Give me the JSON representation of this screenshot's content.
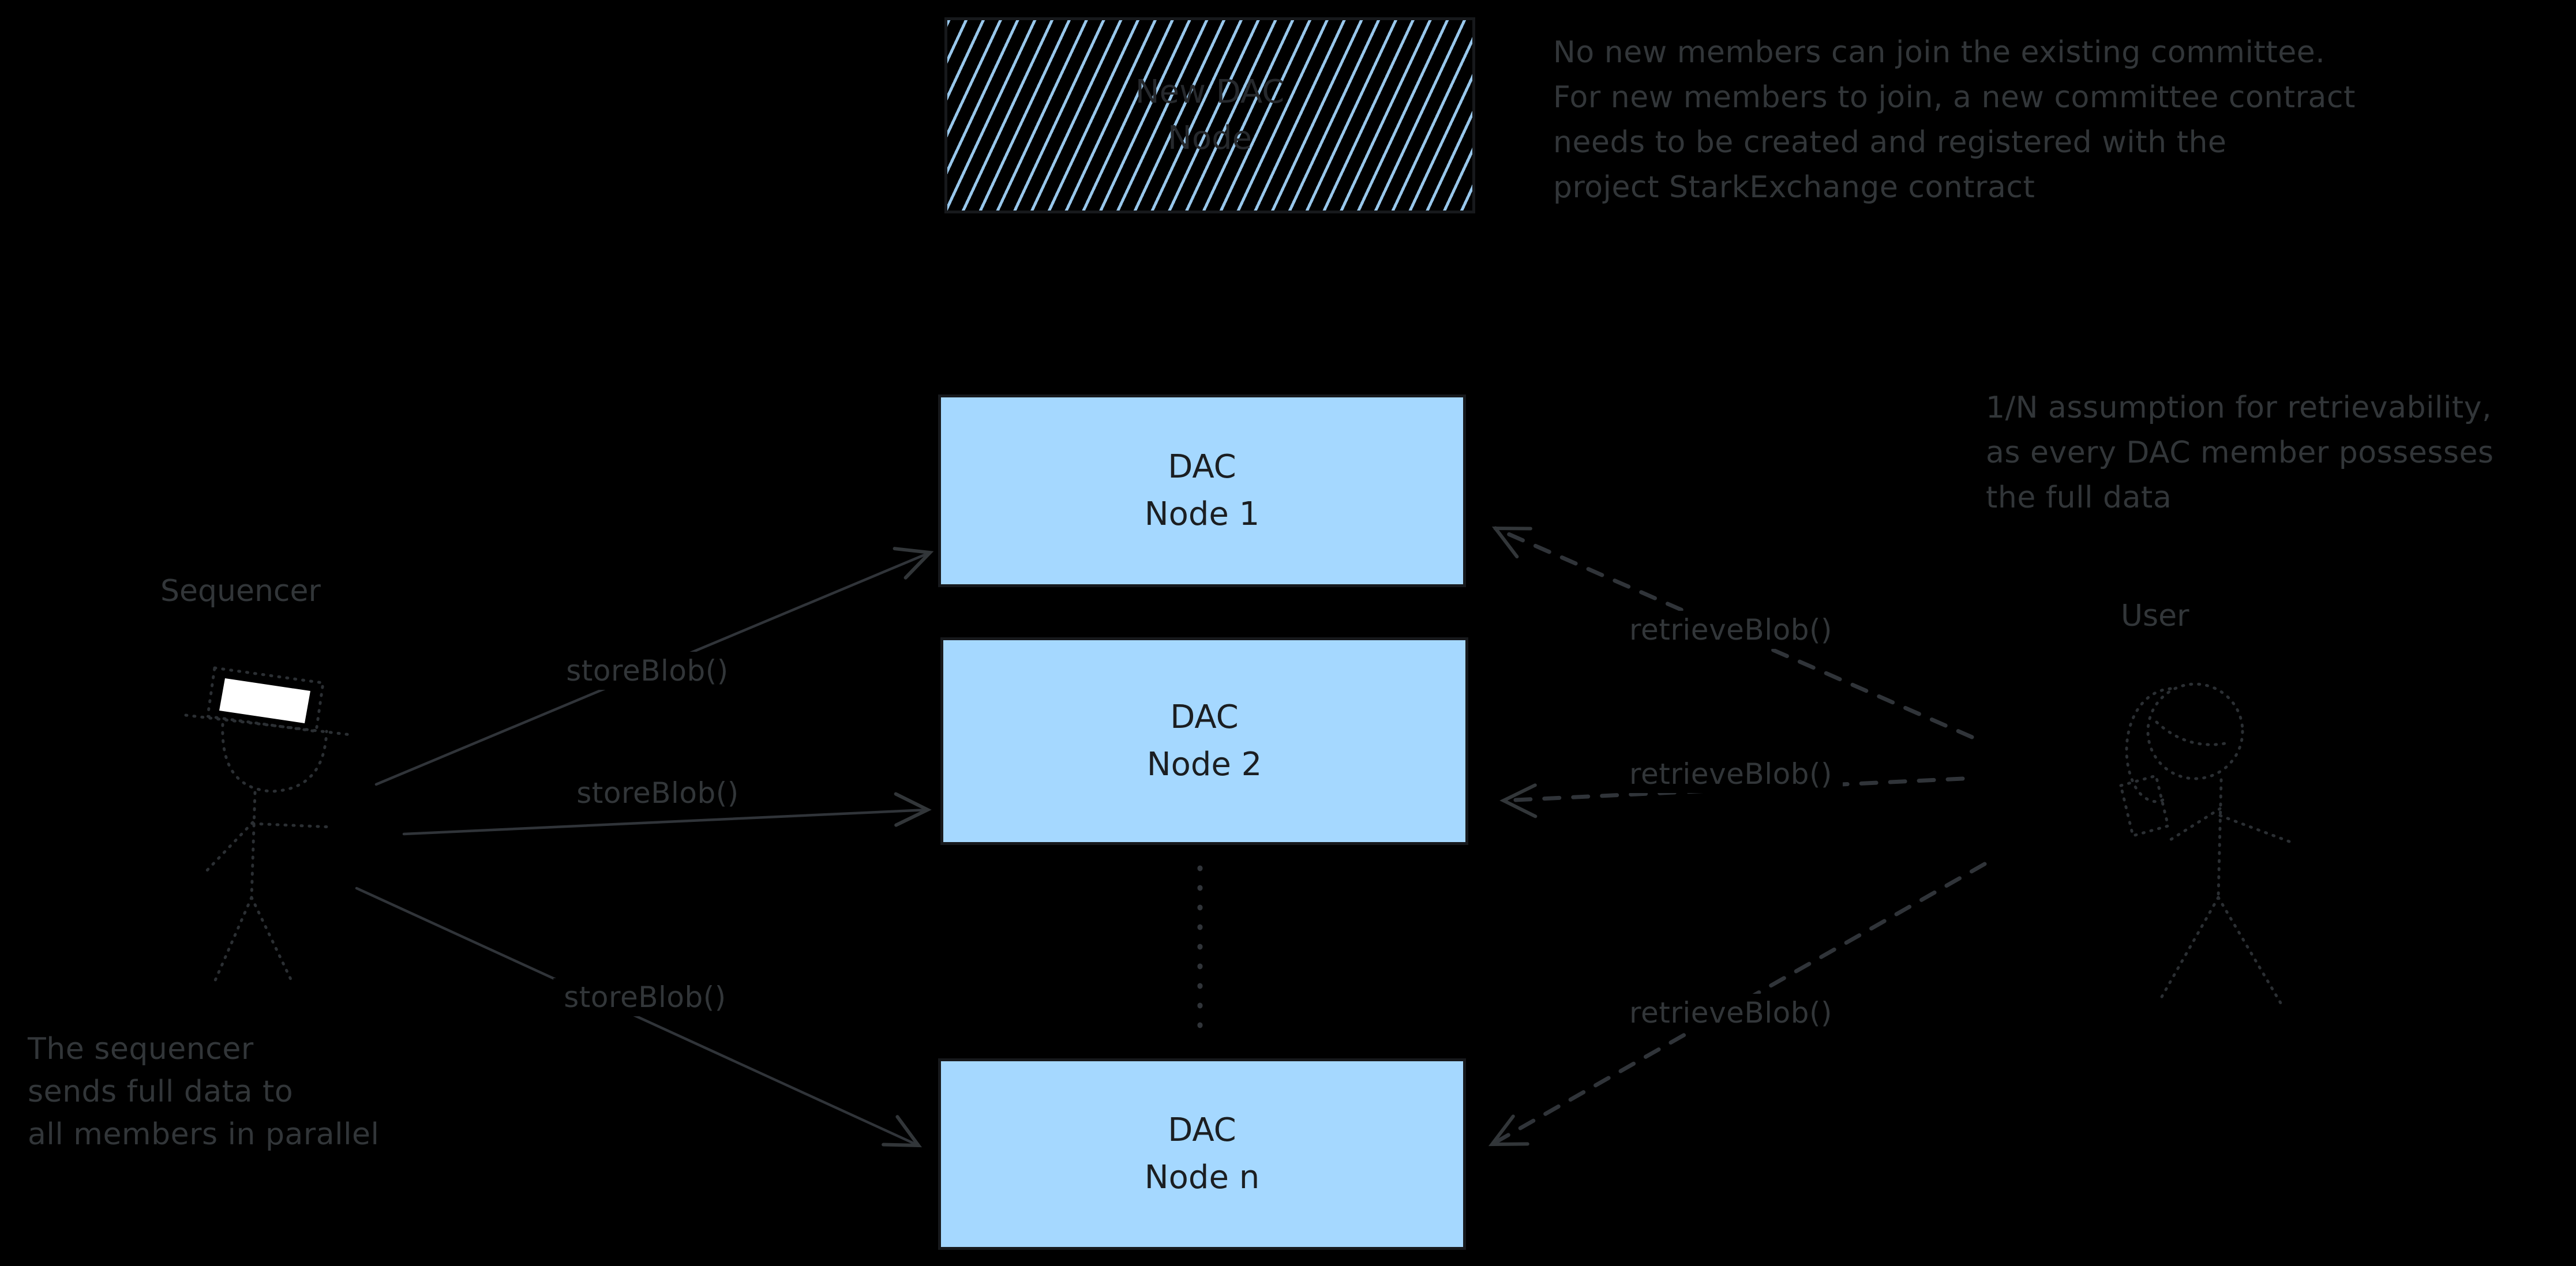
{
  "background_color": "#000000",
  "colors": {
    "node_fill": "#a5d8ff",
    "stroke_gray": "#323639",
    "box_text": "#1b1e21",
    "hat_fill": "#ffffff"
  },
  "new_dac_box": {
    "line1": "New DAC",
    "line2": "Node"
  },
  "nodes": [
    {
      "line1": "DAC",
      "line2": "Node 1"
    },
    {
      "line1": "DAC",
      "line2": "Node 2"
    },
    {
      "line1": "DAC",
      "line2": "Node n"
    }
  ],
  "sequencer": {
    "label": "Sequencer"
  },
  "user": {
    "label": "User"
  },
  "arrow_labels": {
    "store": [
      "storeBlob()",
      "storeBlob()",
      "storeBlob()"
    ],
    "retrieve": [
      "retrieveBlob()",
      "retrieveBlob()",
      "retrieveBlob()"
    ]
  },
  "notes": {
    "top_right": {
      "lines": [
        "No new members can join the existing committee.",
        "For new members to join, a new committee contract",
        "needs to be created and registered with the",
        "project StarkExchange contract"
      ]
    },
    "right": {
      "lines": [
        "1/N assumption for retrievability,",
        "as every DAC member possesses",
        "the full data"
      ]
    },
    "bottom_left": {
      "lines": [
        "The sequencer",
        "sends full data to",
        "all members in parallel"
      ]
    }
  }
}
